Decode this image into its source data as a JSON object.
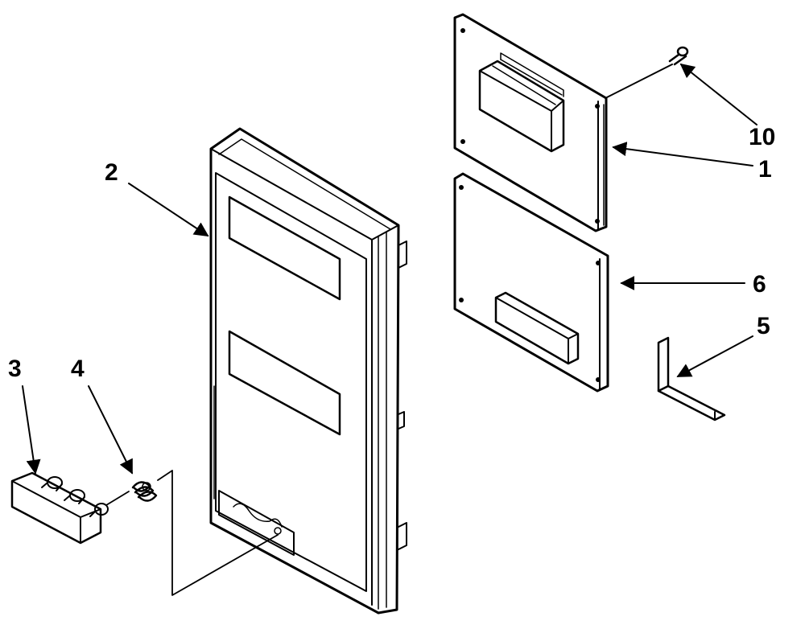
{
  "diagram": {
    "callouts": {
      "door": "2",
      "button_cap": "3",
      "spring": "4",
      "screw": "10",
      "board_upper": "1",
      "board_lower": "6",
      "shield": "5"
    }
  }
}
